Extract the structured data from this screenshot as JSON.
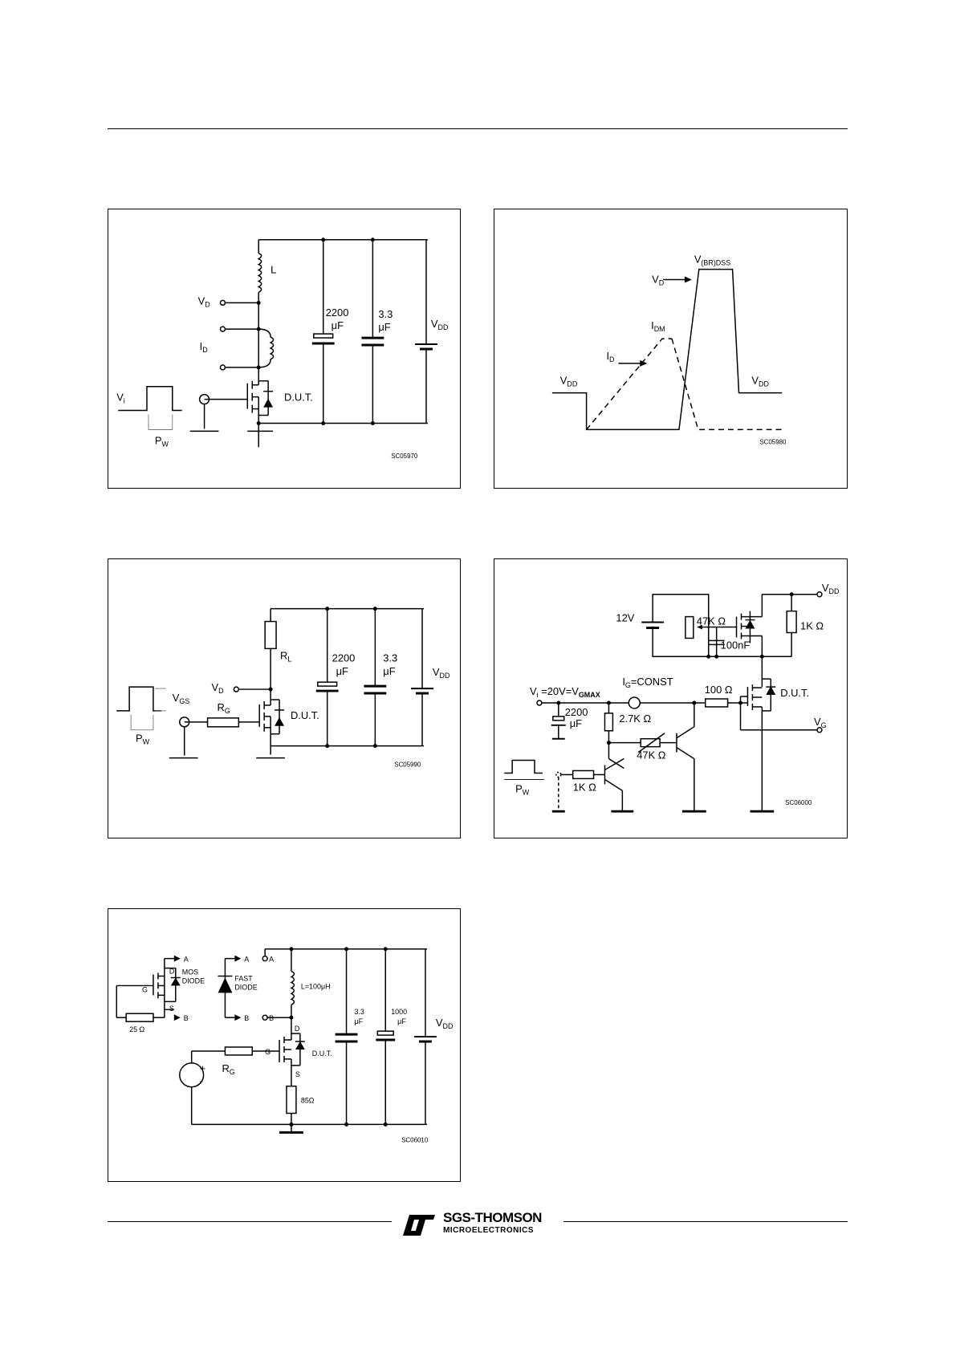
{
  "fig1": {
    "L": "L",
    "VD": "V",
    "VD_sub": "D",
    "ID": "I",
    "ID_sub": "D",
    "cap1_val": "2200",
    "cap1_unit": "μF",
    "cap2_val": "3.3",
    "cap2_unit": "μF",
    "VDD": "V",
    "VDD_sub": "DD",
    "Vi": "V",
    "Vi_sub": "i",
    "PW": "P",
    "PW_sub": "W",
    "dut": "D.U.T.",
    "code": "SC05970"
  },
  "fig2": {
    "VBR": "V",
    "VBR_sub": "(BR)DSS",
    "VD": "V",
    "VD_sub": "D",
    "IDM": "I",
    "IDM_sub": "DM",
    "ID": "I",
    "ID_sub": "D",
    "VDD_left": "V",
    "VDD_left_sub": "DD",
    "VDD_right": "V",
    "VDD_right_sub": "DD",
    "code": "SC05980"
  },
  "fig3": {
    "RL": "R",
    "RL_sub": "L",
    "cap1_val": "2200",
    "cap1_unit": "μF",
    "cap2_val": "3.3",
    "cap2_unit": "μF",
    "VDD": "V",
    "VDD_sub": "DD",
    "VGS": "V",
    "VGS_sub": "GS",
    "VD": "V",
    "VD_sub": "D",
    "RG": "R",
    "RG_sub": "G",
    "dut": "D.U.T.",
    "PW": "P",
    "PW_sub": "W",
    "code": "SC05990"
  },
  "fig4": {
    "v12": "12V",
    "r47k": "47K Ω",
    "c100n": "100nF",
    "r1k_top": "1K Ω",
    "VDD": "V",
    "VDD_sub": "DD",
    "Vi": "V",
    "Vi_sub": "i",
    "Vi_rest": " =20V=V",
    "Vi_sub2": "GMAX",
    "IG": "I",
    "IG_sub": "G",
    "IG_rest": "=CONST",
    "r100": "100 Ω",
    "dut": "D.U.T.",
    "cap_val": "2200",
    "cap_unit": "μF",
    "r2k7": "2.7K Ω",
    "r47k_var": "47K Ω",
    "VG": "V",
    "VG_sub": "G",
    "r1k": "1K Ω",
    "PW": "P",
    "PW_sub": "W",
    "code": "SC06000"
  },
  "fig5": {
    "A1": "A",
    "D1": "D",
    "mos": "MOS",
    "diode": "DIODE",
    "G1": "G",
    "S1": "S",
    "B1": "B",
    "r25": "25 Ω",
    "A2": "A",
    "fast": "FAST",
    "fast_diode": "DIODE",
    "B2": "B",
    "A3": "A",
    "B3": "B",
    "Lval": "L=100μH",
    "D2": "D",
    "G2": "G",
    "S2": "S",
    "dut": "D.U.T.",
    "RG": "R",
    "RG_sub": "G",
    "r85": "85Ω",
    "plus": "+",
    "minus": "-",
    "cap1_val": "3.3",
    "cap1_unit": "μF",
    "cap2_val": "1000",
    "cap2_unit": "μF",
    "VDD": "V",
    "VDD_sub": "DD",
    "code": "SC06010"
  },
  "footer": {
    "brand": "SGS-THOMSON",
    "sub": "MICROELECTRONICS"
  }
}
